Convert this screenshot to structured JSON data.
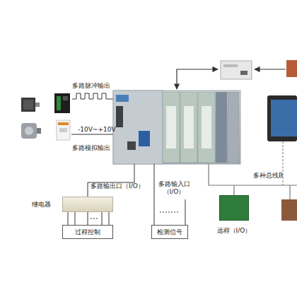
{
  "diagram": {
    "nodes": [
      {
        "text": [
          "继电器"
        ]
      },
      {
        "text": [
          "过程控制"
        ]
      },
      {
        "text": [
          "检测信号"
        ]
      },
      {
        "text": [
          "远程（I/O）"
        ]
      }
    ],
    "edges": [
      {
        "from": 0,
        "to": 1,
        "arrow": "none"
      }
    ],
    "labels": [
      "多路脉冲输出",
      "-10V~+10V",
      "多路模拟输出",
      "多路输出口（I/O）",
      "多路输入口 （I/O）",
      "多种总线B"
    ]
  }
}
